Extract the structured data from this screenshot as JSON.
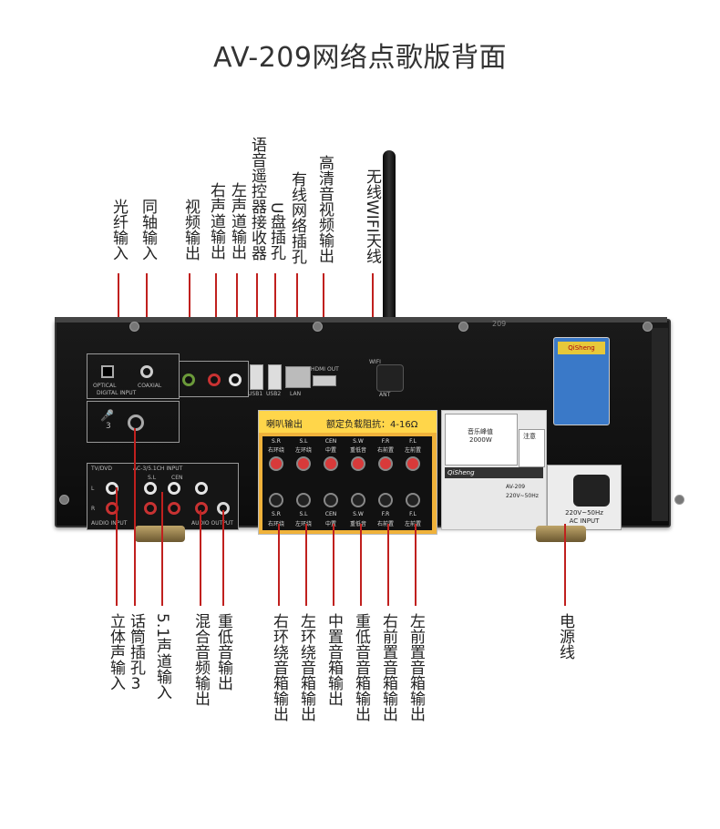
{
  "title": "AV-209网络点歌版背面",
  "top_labels": [
    {
      "id": "optical",
      "text": "光纤输入"
    },
    {
      "id": "coaxial",
      "text": "同轴输入"
    },
    {
      "id": "video-out",
      "text": "视频输出"
    },
    {
      "id": "right-out",
      "text": "右声道输出"
    },
    {
      "id": "left-out",
      "text": "左声道输出"
    },
    {
      "id": "ir-receiver",
      "text": "语音遥控器接收器"
    },
    {
      "id": "usb",
      "text": "U盘插孔"
    },
    {
      "id": "lan",
      "text": "有线网络插孔"
    },
    {
      "id": "hdmi",
      "text": "高清音视频输出"
    },
    {
      "id": "wifi",
      "text": "无线WIFI天线"
    }
  ],
  "bottom_labels": [
    {
      "id": "stereo-in",
      "text": "立体声输入"
    },
    {
      "id": "mic-jack",
      "text": "话筒插孔3"
    },
    {
      "id": "surround-in",
      "text": "5.1声道输入"
    },
    {
      "id": "mix-out",
      "text": "混合音频输出"
    },
    {
      "id": "sub-out",
      "text": "重低音输出"
    },
    {
      "id": "sr-spk",
      "text": "右环绕音箱输出"
    },
    {
      "id": "sl-spk",
      "text": "左环绕音箱输出"
    },
    {
      "id": "cen-spk",
      "text": "中置音箱输出"
    },
    {
      "id": "sw-spk",
      "text": "重低音音箱输出"
    },
    {
      "id": "fr-spk",
      "text": "右前置音箱输出"
    },
    {
      "id": "fl-spk",
      "text": "左前置音箱输出"
    },
    {
      "id": "power",
      "text": "电源线"
    }
  ],
  "device": {
    "model": "AV-209",
    "speaker_panel": {
      "title_left": "喇叭输出",
      "title_right": "额定负载阻抗：4-16Ω",
      "channels": [
        {
          "code": "S.R",
          "name": "右环绕"
        },
        {
          "code": "S.L",
          "name": "左环绕"
        },
        {
          "code": "CEN",
          "name": "中置"
        },
        {
          "code": "S.W",
          "name": "重低音"
        },
        {
          "code": "F.R",
          "name": "右前置"
        },
        {
          "code": "F.L",
          "name": "左前置"
        }
      ]
    },
    "panel_text": {
      "digital_input": "DIGITAL INPUT",
      "optical": "OPTICAL",
      "coaxial": "COAXIAL",
      "usb1": "USB1",
      "usb2": "USB2",
      "lan": "LAN",
      "hdmi_out": "HDMI OUT",
      "ant": "ANT",
      "wifi": "WIFI",
      "audio_input": "AUDIO INPUT",
      "ac35_input": "AC-3/5.1CH INPUT",
      "audio_output": "AUDIO OUTPUT",
      "tv_dvd": "TV/DVD",
      "sl": "S.L",
      "cen": "CEN",
      "sr": "S.R",
      "sw": "S.W",
      "l": "L",
      "r": "R",
      "mic_num": "3",
      "serial": "209"
    },
    "spec": {
      "brand": "QiSheng",
      "music_power": "音乐峰值",
      "power_value": "2000W",
      "warning": "注意",
      "model_label": "AV-209",
      "voltage": "220V~50Hz"
    },
    "ac_input": {
      "line1": "220V~50Hz",
      "line2": "AC INPUT"
    }
  },
  "colors": {
    "pointer": "#c0201e",
    "panel_yellow": "#ffd64a",
    "terminal_red": "#d83a3a"
  }
}
